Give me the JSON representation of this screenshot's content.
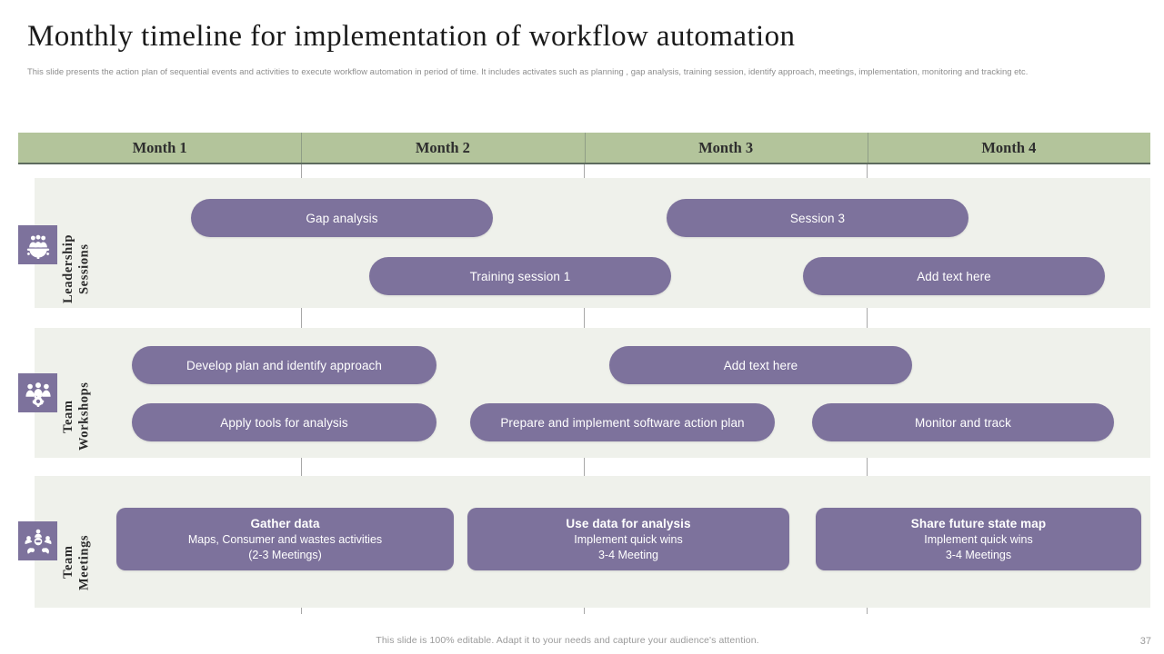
{
  "slide": {
    "title": "Monthly timeline for implementation of workflow automation",
    "subtitle": "This slide presents the action plan of sequential events and activities to execute workflow automation in period of time. It includes activates such as planning , gap analysis, training session, identify approach, meetings, implementation, monitoring and tracking etc.",
    "footer_note": "This slide is 100% editable. Adapt it to your needs and capture your audience's attention.",
    "page_number": "37"
  },
  "colors": {
    "header_green": "#b3c49b",
    "band_background": "#eff1eb",
    "pill_purple": "#7d729c",
    "grid_line": "#a8a8a8",
    "title_text": "#1a1a1a",
    "muted_text": "#9a9a9a"
  },
  "timeline": {
    "columns": [
      {
        "label": "Month 1"
      },
      {
        "label": "Month 2"
      },
      {
        "label": "Month 3"
      },
      {
        "label": "Month 4"
      }
    ],
    "rows": [
      {
        "id": "leadership-sessions",
        "label": "Leadership\nSessions",
        "icon": "people-gear-icon",
        "tasks": [
          {
            "title": "Gap analysis",
            "sub": ""
          },
          {
            "title": "Session 3",
            "sub": ""
          },
          {
            "title": "Training session 1",
            "sub": ""
          },
          {
            "title": "Add text here",
            "sub": ""
          }
        ]
      },
      {
        "id": "team-workshops",
        "label": "Team\nWorkshops",
        "icon": "team-gear-icon",
        "tasks": [
          {
            "title": "Develop plan and identify approach",
            "sub": ""
          },
          {
            "title": "Add text here",
            "sub": ""
          },
          {
            "title": "Apply tools for analysis",
            "sub": ""
          },
          {
            "title": "Prepare and implement software action plan",
            "sub": ""
          },
          {
            "title": "Monitor and track",
            "sub": ""
          }
        ]
      },
      {
        "id": "team-meetings",
        "label": "Team\nMeetings",
        "icon": "meeting-round-table-icon",
        "tasks": [
          {
            "title": "Gather data",
            "sub_1": "Maps, Consumer and wastes activities",
            "sub_2": "(2-3 Meetings)"
          },
          {
            "title": "Use data for analysis",
            "sub_1": "Implement quick wins",
            "sub_2": "3-4 Meeting"
          },
          {
            "title": "Share future state map",
            "sub_1": "Implement quick wins",
            "sub_2": "3-4 Meetings"
          }
        ]
      }
    ]
  }
}
